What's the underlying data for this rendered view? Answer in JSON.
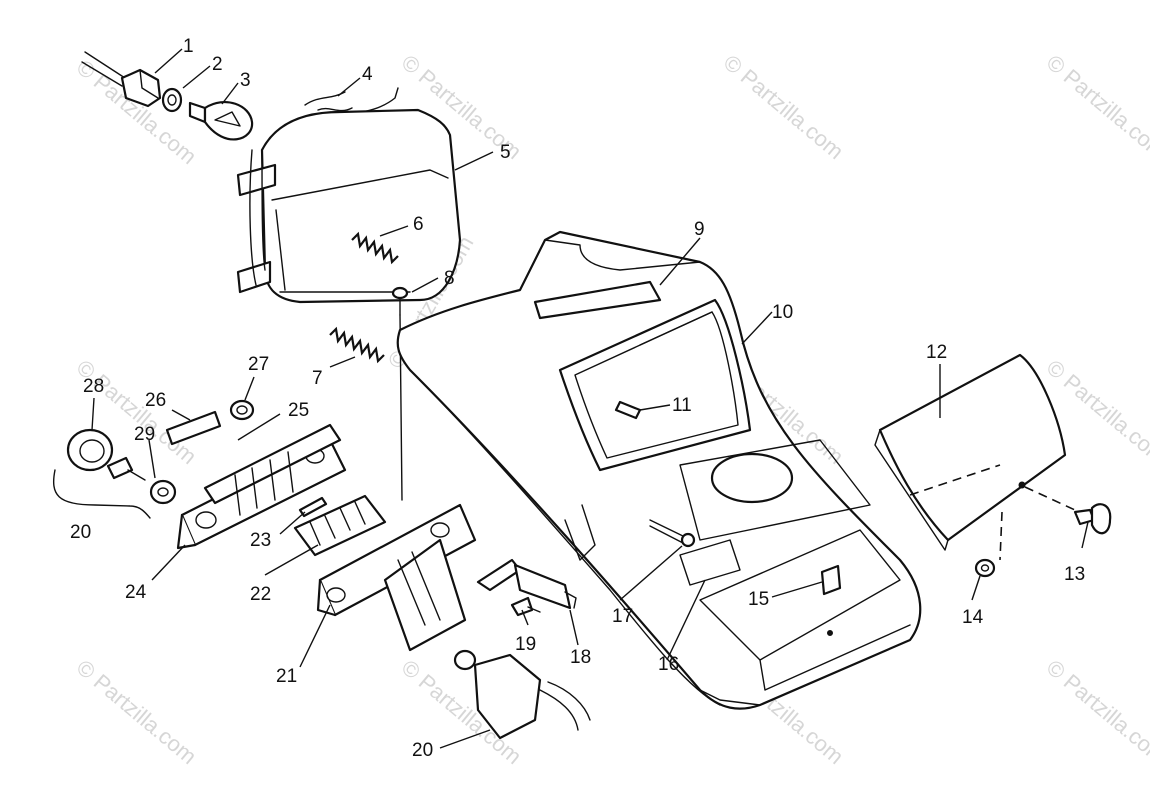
{
  "watermark": {
    "text": "© Partzilla.com"
  },
  "callouts": {
    "c1": "1",
    "c2": "2",
    "c3": "3",
    "c4": "4",
    "c5": "5",
    "c6": "6",
    "c7": "7",
    "c8": "8",
    "c9": "9",
    "c10": "10",
    "c11": "11",
    "c12": "12",
    "c13": "13",
    "c14": "14",
    "c15": "15",
    "c16": "16",
    "c17": "17",
    "c18": "18",
    "c19": "19",
    "c20a": "20",
    "c20b": "20",
    "c21": "21",
    "c22": "22",
    "c23": "23",
    "c24": "24",
    "c25": "25",
    "c26": "26",
    "c27": "27",
    "c28": "28",
    "c29": "29"
  }
}
